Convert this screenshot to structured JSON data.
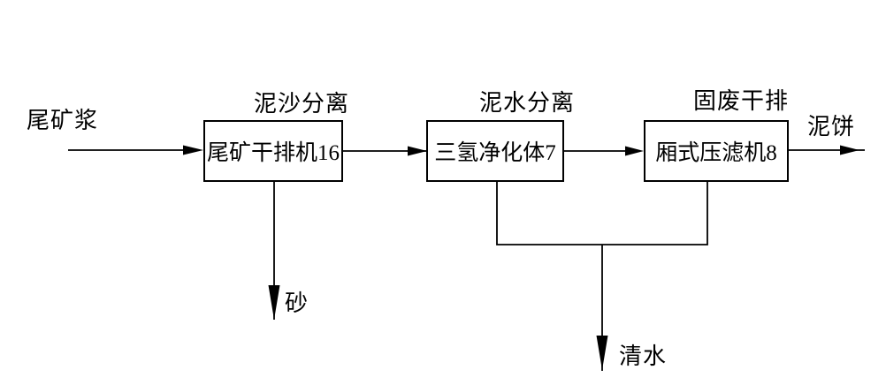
{
  "diagram": {
    "input": {
      "label": "尾矿浆"
    },
    "stages": [
      {
        "process_label": "泥沙分离",
        "equipment": "尾矿干排机16"
      },
      {
        "process_label": "泥水分离",
        "equipment": "三氢净化体7"
      },
      {
        "process_label": "固废干排",
        "equipment": "厢式压滤机8"
      }
    ],
    "outputs": {
      "cake": {
        "label": "泥饼"
      },
      "sand": {
        "label": "砂"
      },
      "water": {
        "label": "清水"
      }
    },
    "colors": {
      "line": "#000000",
      "text": "#000000",
      "background": "#ffffff"
    }
  }
}
